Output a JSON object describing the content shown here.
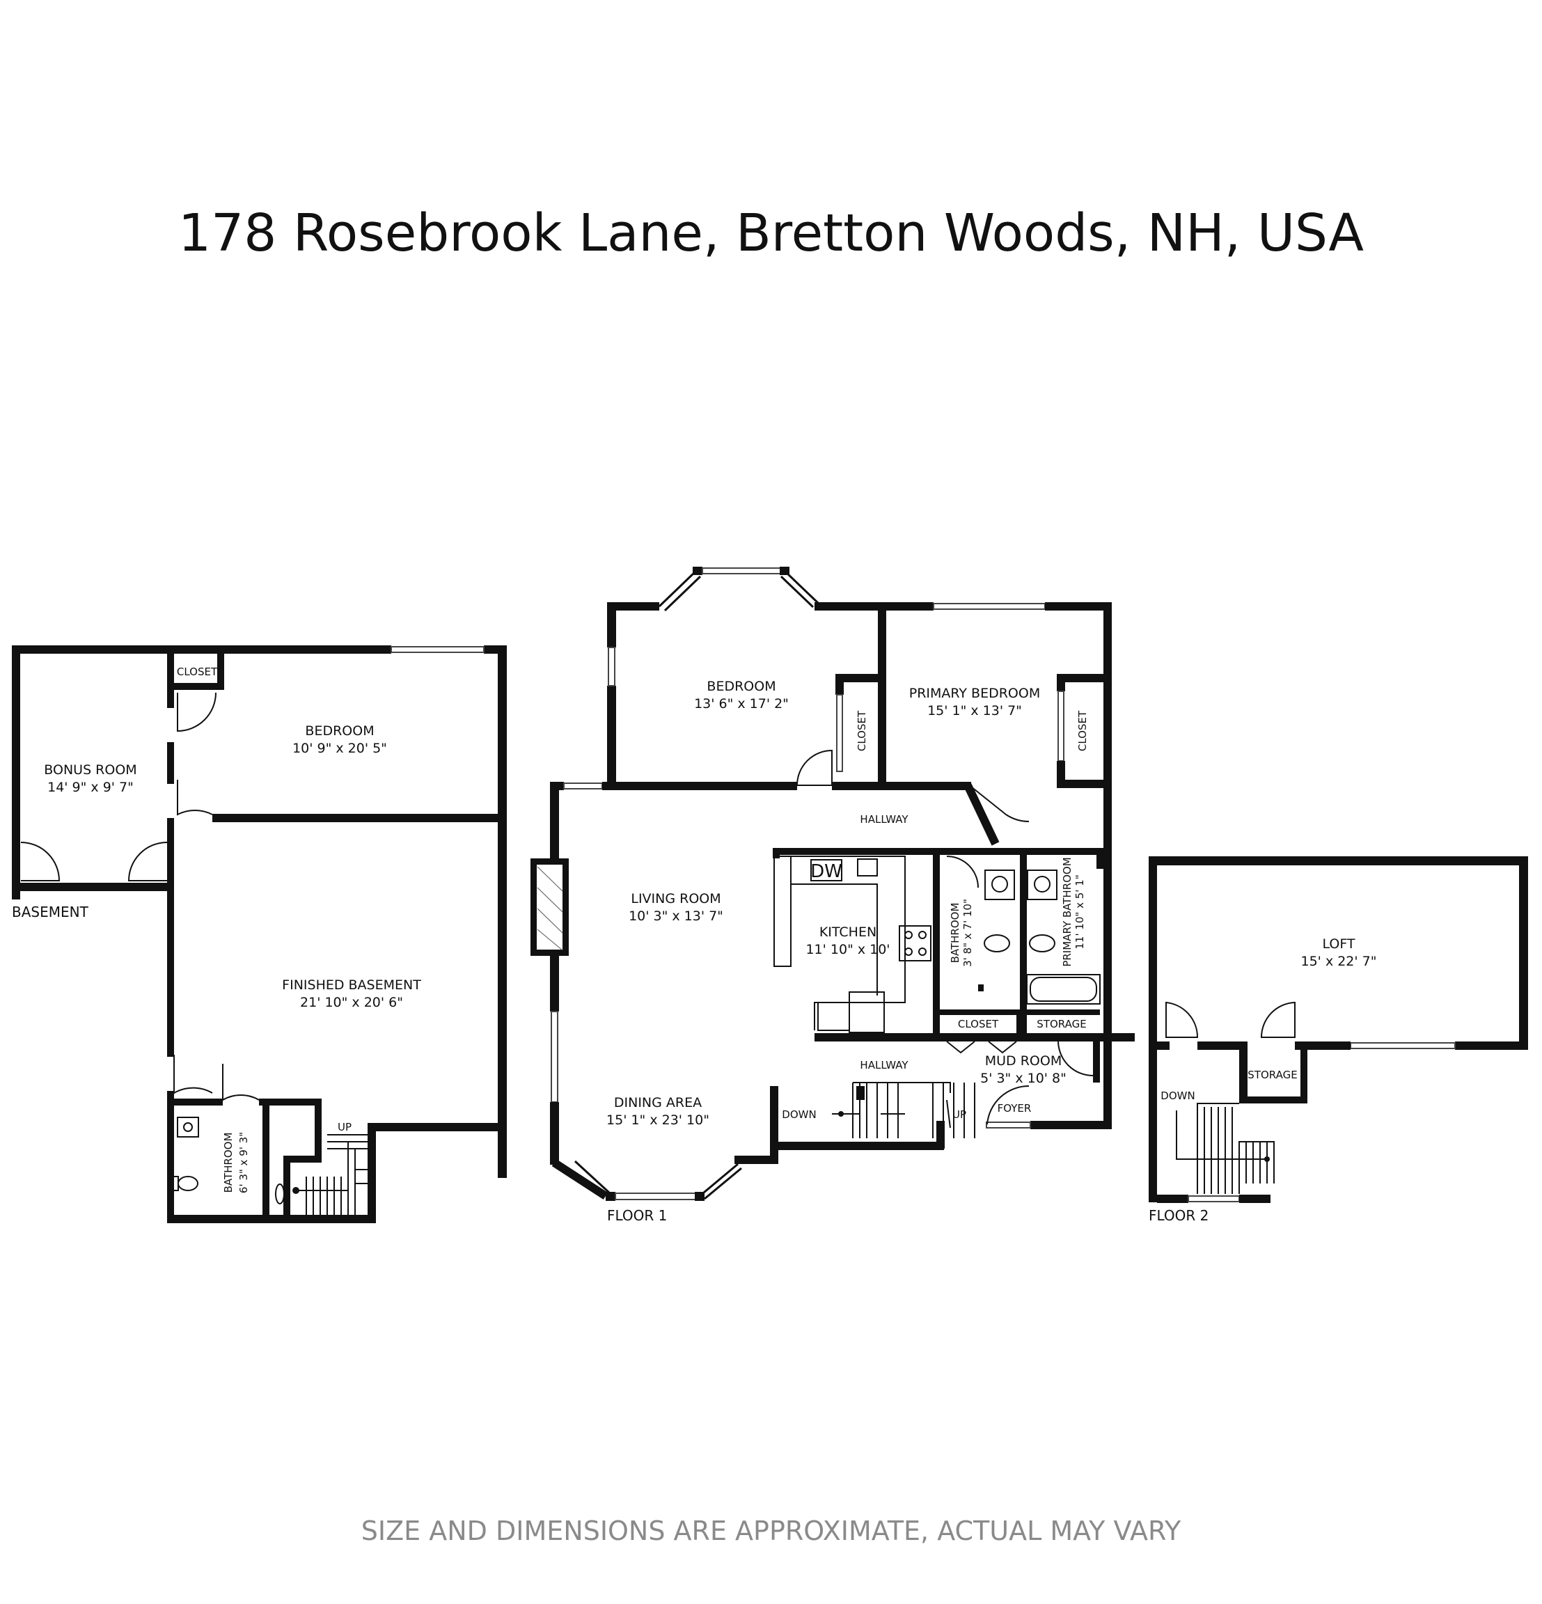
{
  "title": "178 Rosebrook Lane, Bretton Woods, NH, USA",
  "disclaimer": "SIZE AND DIMENSIONS ARE APPROXIMATE, ACTUAL MAY VARY",
  "floors": {
    "basement": "BASEMENT",
    "floor1": "FLOOR 1",
    "floor2": "FLOOR 2"
  },
  "rooms": {
    "bonus_room": {
      "name": "BONUS ROOM",
      "dims": "14' 9\" x 9' 7\""
    },
    "basement_closet": {
      "name": "CLOSET"
    },
    "basement_bedroom": {
      "name": "BEDROOM",
      "dims": "10' 9\" x 20' 5\""
    },
    "finished_basement": {
      "name": "FINISHED BASEMENT",
      "dims": "21' 10\" x 20' 6\""
    },
    "basement_bathroom": {
      "name": "BATHROOM",
      "dims": "6' 3\" x 9' 3\""
    },
    "bedroom": {
      "name": "BEDROOM",
      "dims": "13' 6\" x 17' 2\""
    },
    "bedroom_closet": {
      "name": "CLOSET"
    },
    "primary_bedroom": {
      "name": "PRIMARY BEDROOM",
      "dims": "15' 1\" x 13' 7\""
    },
    "primary_closet": {
      "name": "CLOSET"
    },
    "hallway_top": {
      "name": "HALLWAY"
    },
    "living_room": {
      "name": "LIVING ROOM",
      "dims": "10' 3\" x 13' 7\""
    },
    "kitchen": {
      "name": "KITCHEN",
      "dims": "11' 10\" x 10'"
    },
    "dishwasher": {
      "name": "DW"
    },
    "bathroom": {
      "name": "BATHROOM",
      "dims": "3' 8\" x 7' 10\""
    },
    "primary_bathroom": {
      "name": "PRIMARY BATHROOM",
      "dims": "11' 10\" x 5' 1\""
    },
    "closet_f1": {
      "name": "CLOSET"
    },
    "storage_f1": {
      "name": "STORAGE"
    },
    "mud_room": {
      "name": "MUD ROOM",
      "dims": "5' 3\" x 10' 8\""
    },
    "hallway_bottom": {
      "name": "HALLWAY"
    },
    "foyer": {
      "name": "FOYER"
    },
    "dining_area": {
      "name": "DINING AREA",
      "dims": "15' 1\" x 23' 10\""
    },
    "loft": {
      "name": "LOFT",
      "dims": "15' x 22' 7\""
    },
    "storage_f2": {
      "name": "STORAGE"
    }
  },
  "stairs": {
    "up_basement": "UP",
    "down_f1": "DOWN",
    "up_f1": "UP",
    "down_f2": "DOWN"
  },
  "colors": {
    "wall": "#111111",
    "disclaimer": "#8a8a8a",
    "background": "#ffffff"
  }
}
